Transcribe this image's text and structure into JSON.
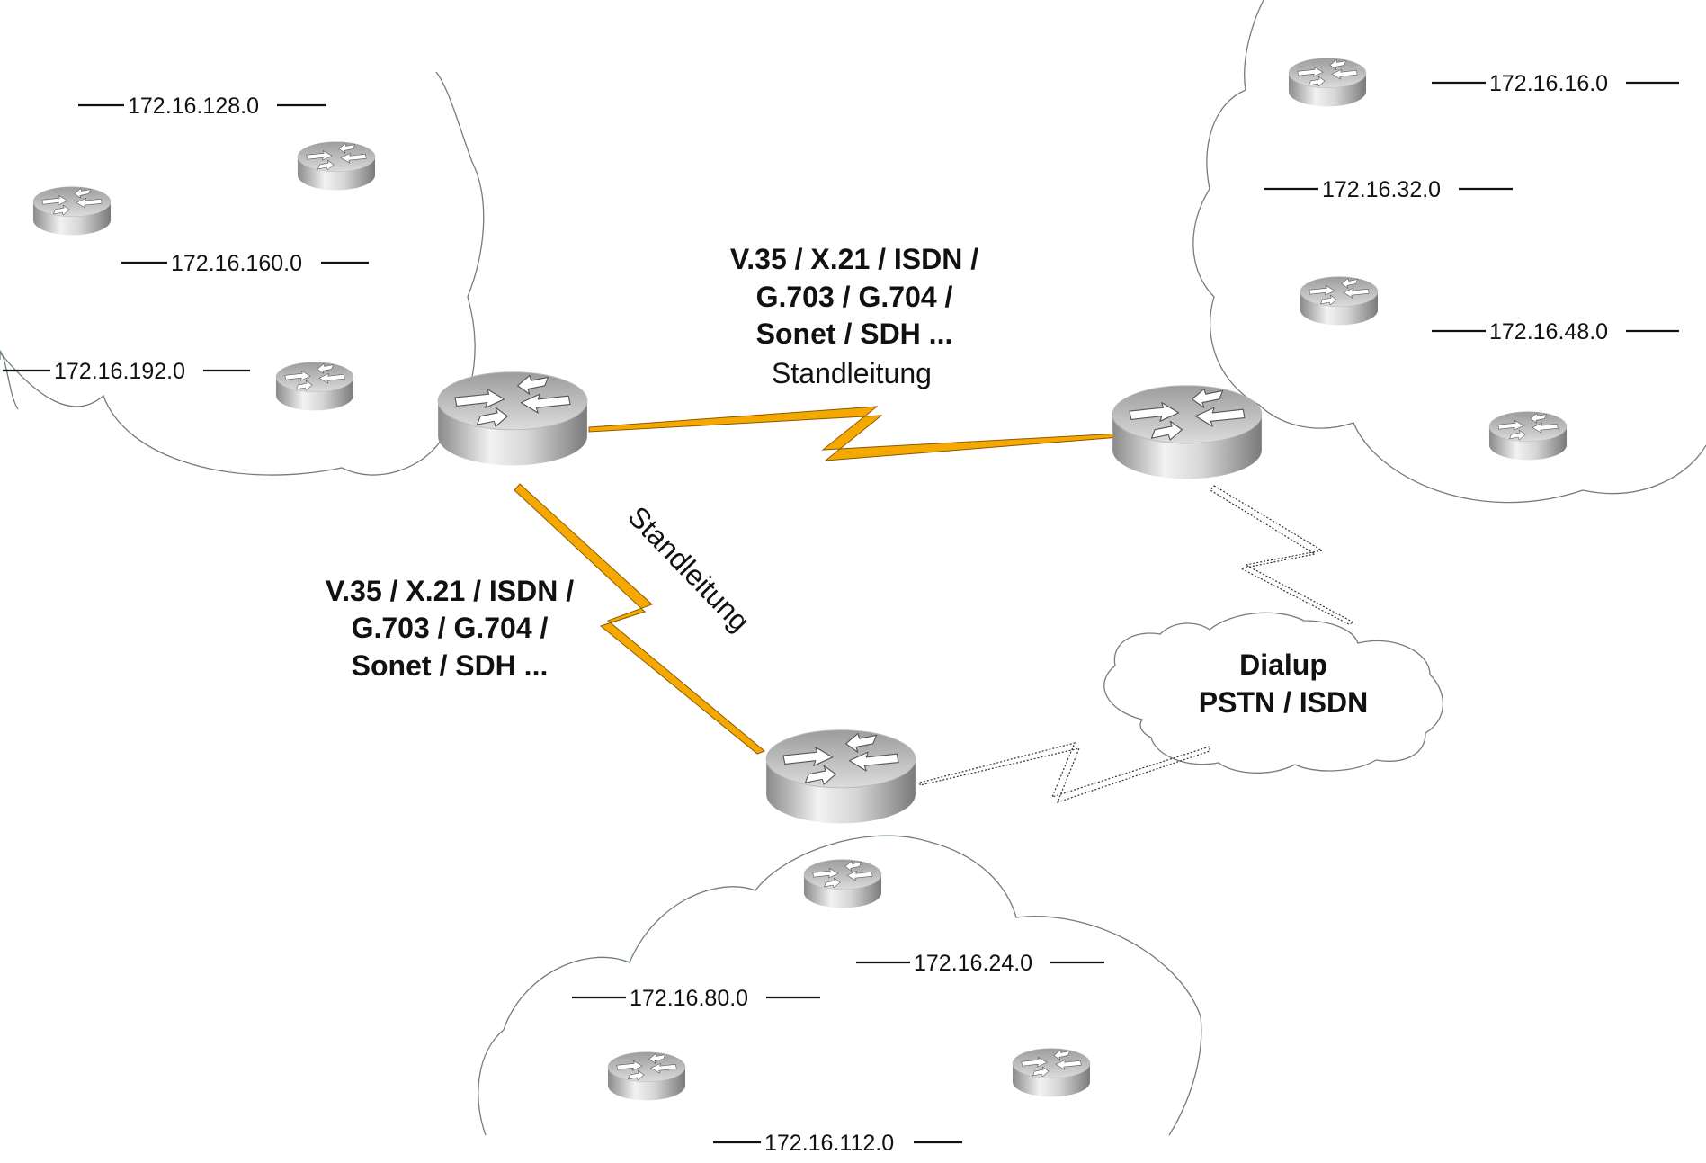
{
  "networks": {
    "left": [
      "172.16.128.0",
      "172.16.160.0",
      "172.16.192.0"
    ],
    "right": [
      "172.16.16.0",
      "172.16.32.0",
      "172.16.48.0"
    ],
    "bottom": [
      "172.16.24.0",
      "172.16.80.0",
      "172.16.112.0"
    ]
  },
  "links": {
    "top": {
      "protocols": [
        "V.35 / X.21 / ISDN /",
        "G.703 / G.704 /",
        "Sonet / SDH ..."
      ],
      "type": "Standleitung",
      "color": "#f5a800"
    },
    "left": {
      "protocols": [
        "V.35 / X.21 / ISDN /",
        "G.703 / G.704 /",
        "Sonet / SDH ..."
      ],
      "type": "Standleitung",
      "color": "#f5a800"
    },
    "dialup": {
      "lines": [
        "Dialup",
        "PSTN / ISDN"
      ]
    }
  },
  "routers": {
    "core": [
      "router-icon-left-core",
      "router-icon-right-core",
      "router-icon-bottom-core"
    ],
    "small_count_note": "router-icon"
  }
}
